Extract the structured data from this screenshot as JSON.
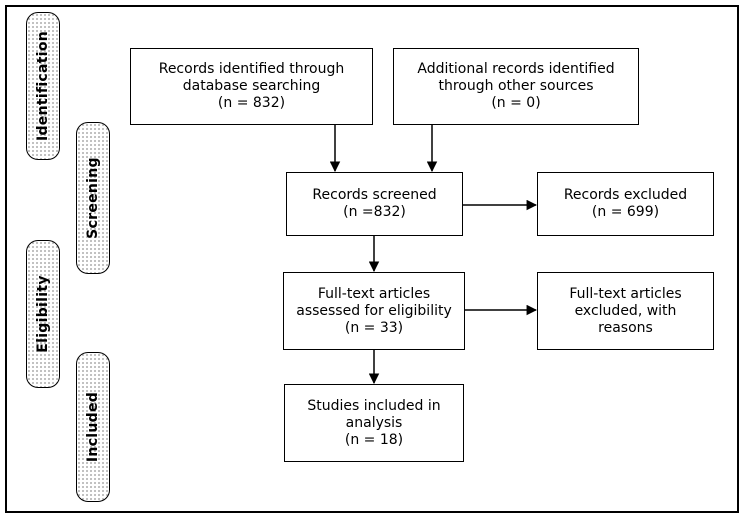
{
  "stages": {
    "identification": "Identification",
    "screening": "Screening",
    "eligibility": "Eligibility",
    "included": "Included"
  },
  "boxes": {
    "database_search": [
      "Records identified through",
      "database searching",
      "(n = 832)"
    ],
    "other_sources": [
      "Additional records identified",
      "through other sources",
      "(n = 0)"
    ],
    "screened": [
      "Records screened",
      "(n =832)"
    ],
    "excluded": [
      "Records excluded",
      "(n = 699)"
    ],
    "fulltext_assessed": [
      "Full-text articles",
      "assessed for eligibility",
      "(n = 33)"
    ],
    "fulltext_excluded": [
      "Full-text articles",
      "excluded, with",
      "reasons"
    ],
    "included": [
      "Studies included in",
      "analysis",
      "(n = 18)"
    ]
  }
}
